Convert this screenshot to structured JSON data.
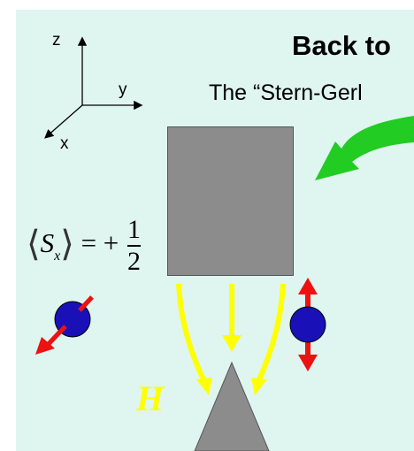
{
  "slide": {
    "title": "Back to",
    "subtitle": "The “Stern-Gerl",
    "axes": {
      "z": "z",
      "y": "y",
      "x": "x"
    },
    "equation": {
      "operator": "S",
      "subscript": "x",
      "rhs": "= +",
      "numerator": "1",
      "denominator": "2"
    },
    "field_label": "H",
    "colors": {
      "background": "#dff5f0",
      "magnet": "#8c8c8c",
      "field_arrows": "#ffff00",
      "pointer_arrow": "#22cc22",
      "spin_ball": "#1a10b8",
      "spin_arrow": "#ee1111"
    },
    "icons": [
      "coordinate-axes-icon",
      "pointer-arrow-icon",
      "spin-particle-icon",
      "magnet-pole-icon"
    ]
  }
}
